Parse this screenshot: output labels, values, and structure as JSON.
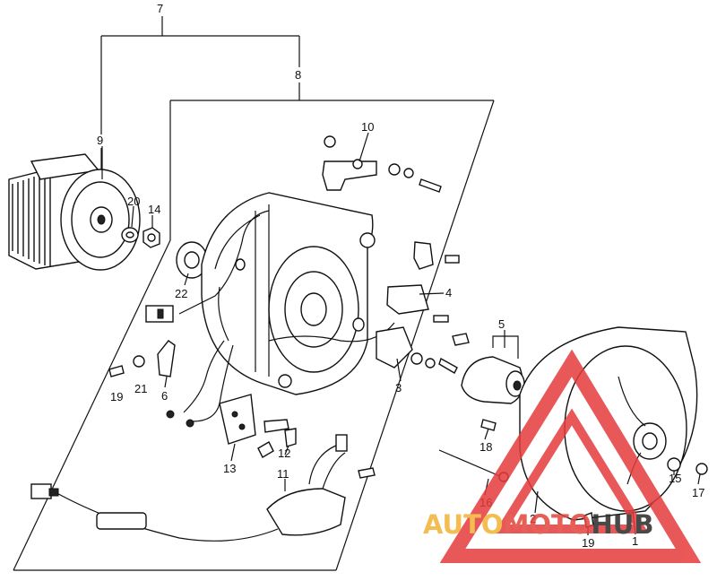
{
  "callouts": [
    "7",
    "8",
    "9",
    "20",
    "14",
    "22",
    "10",
    "4",
    "5",
    "3",
    "19",
    "21",
    "6",
    "13",
    "12",
    "11",
    "18",
    "16",
    "2",
    "15",
    "17",
    "19",
    "1"
  ],
  "watermark": {
    "auto": "AUTO",
    "moto": "MOTO",
    "hub": "HUB",
    "colors": {
      "auto": "#f2b233",
      "moto": "#e2453c",
      "hub": "#2a2a2a",
      "mark": "#e63b3b"
    }
  }
}
